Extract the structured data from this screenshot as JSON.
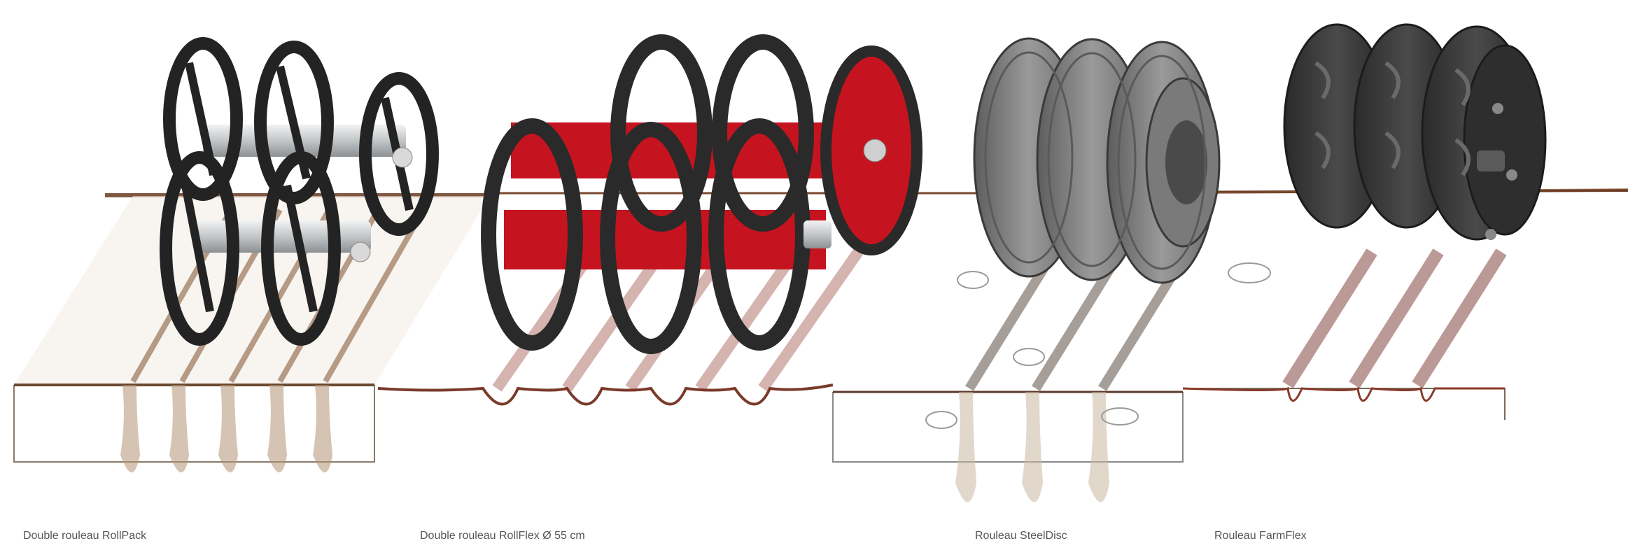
{
  "captions": [
    {
      "id": "rollpack",
      "label": "Double rouleau RollPack"
    },
    {
      "id": "rollflex",
      "label": "Double rouleau RollFlex Ø 55 cm"
    },
    {
      "id": "steeldisc",
      "label": "Rouleau SteelDisc"
    },
    {
      "id": "farmflex",
      "label": "Rouleau FarmFlex"
    }
  ],
  "colors": {
    "background": "#ffffff",
    "soil": "#6b3b22",
    "soil_light": "#a8835e",
    "wheel_black": "#2a2a2a",
    "frame_red": "#c5141f",
    "steel_gray": "#7c7c7c",
    "axle_silver": "#cfd2d4",
    "caption_text": "#555555"
  },
  "icons": [
    "rollpack-roller-illustration",
    "rollflex-roller-illustration",
    "steeldisc-roller-illustration",
    "farmflex-roller-illustration"
  ]
}
